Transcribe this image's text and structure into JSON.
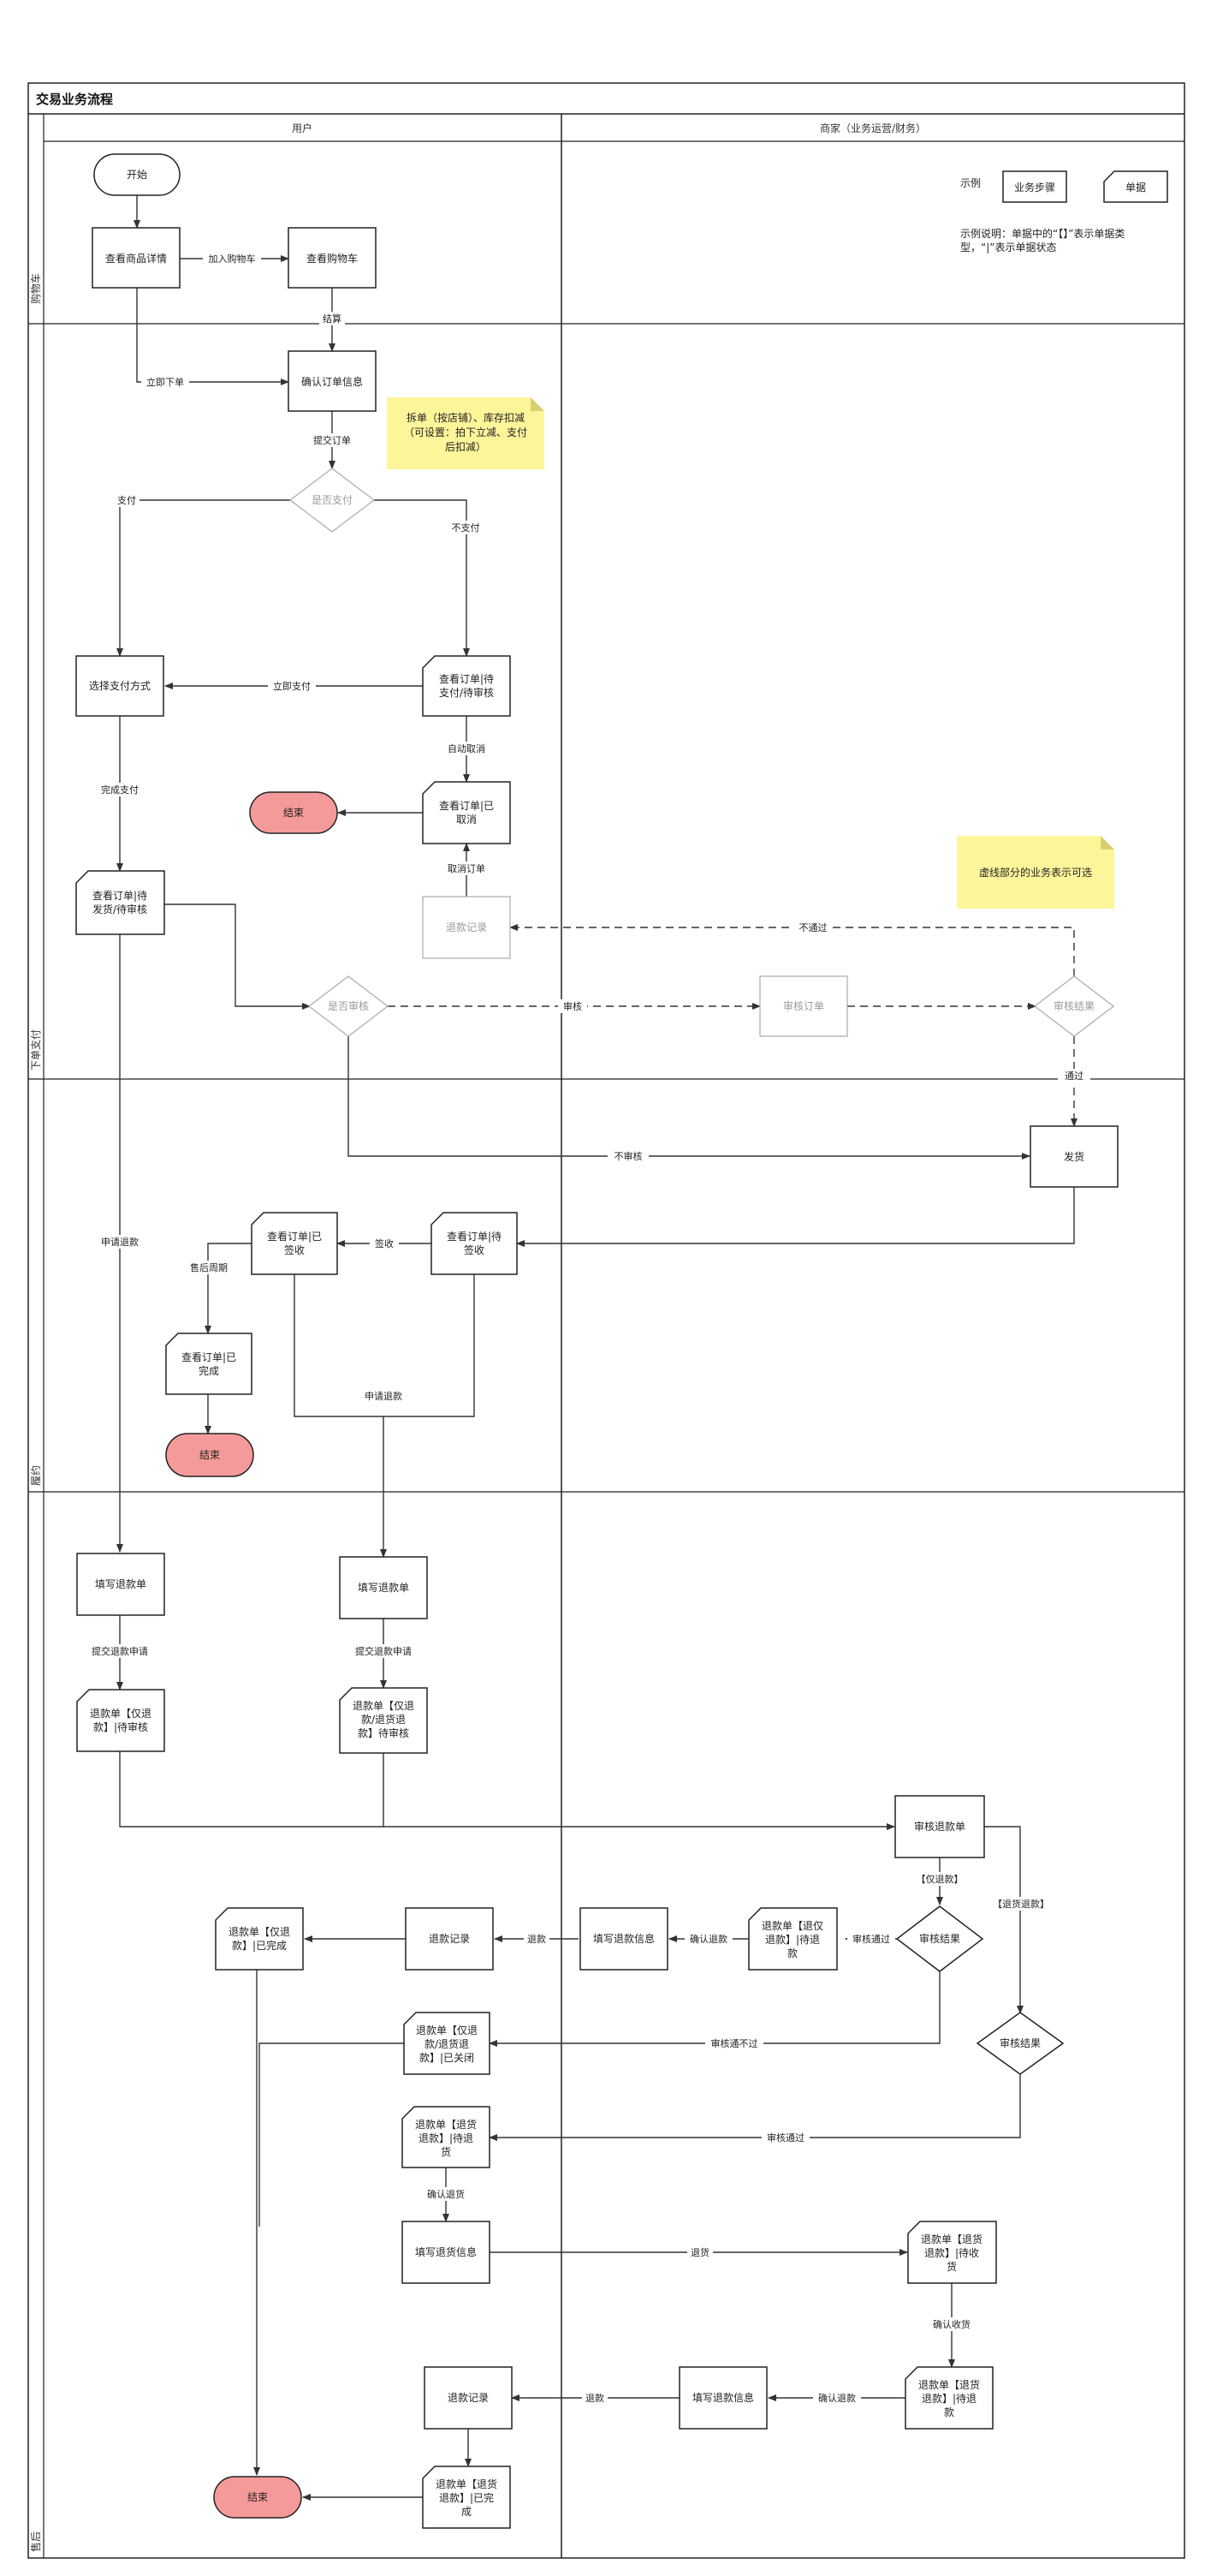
{
  "title": "交易业务流程",
  "columns": {
    "user": "用户",
    "merchant": "商家（业务运营/财务）"
  },
  "lanes": {
    "shopping": "购物车",
    "order_pay": "下单支付",
    "fulfill": "履约",
    "aftersale": "售后"
  },
  "legend": {
    "label": "示例",
    "step": "业务步骤",
    "doc": "单据",
    "desc_line1": "示例说明：单据中的“【】”表示单据类",
    "desc_line2": "型，“|”表示单据状态"
  },
  "notes": {
    "split_line1": "拆单（按店铺）、库存扣减",
    "split_line2": "（可设置：拍下立减、支付",
    "split_line3": "后扣减）",
    "dashed": "虚线部分的业务表示可选"
  },
  "nodes": {
    "start": "开始",
    "view_goods": "查看商品详情",
    "view_cart": "查看购物车",
    "confirm_order": "确认订单信息",
    "is_pay": "是否支付",
    "select_pay_l1": "选择支付方式",
    "order_pending_pay_l1": "查看订单|待",
    "order_pending_pay_l2": "支付/待审核",
    "end_1": "结束",
    "order_cancel_l1": "查看订单|已",
    "order_cancel_l2": "取消",
    "refund_record_1": "退款记录",
    "order_wait_ship_l1": "查看订单|待",
    "order_wait_ship_l2": "发货/待审核",
    "is_review": "是否审核",
    "review_order": "审核订单",
    "review_result_1": "审核结果",
    "ship": "发货",
    "order_wait_sign_l1": "查看订单|待",
    "order_wait_sign_l2": "签收",
    "order_signed_l1": "查看订单|已",
    "order_signed_l2": "签收",
    "order_done_l1": "查看订单|已",
    "order_done_l2": "完成",
    "end_2": "结束",
    "fill_refund_1": "填写退款单",
    "fill_refund_2": "填写退款单",
    "refund_only_pending_l1": "退款单【仅退",
    "refund_only_pending_l2": "款】|待审核",
    "refund_mixed_pending_l1": "退款单【仅退",
    "refund_mixed_pending_l2": "款/退货退",
    "refund_mixed_pending_l3": "款】待审核",
    "review_refund": "审核退款单",
    "review_result_2": "审核结果",
    "review_result_3": "审核结果",
    "refund_only_wait_l1": "退款单【退仅",
    "refund_only_wait_l2": "退款】|待退",
    "refund_only_wait_l3": "款",
    "fill_refund_info_1": "填写退款信息",
    "refund_record_2": "退款记录",
    "refund_only_done_l1": "退款单【仅退",
    "refund_only_done_l2": "款】|已完成",
    "refund_closed_l1": "退款单【仅退",
    "refund_closed_l2": "款/退货退",
    "refund_closed_l3": "款】|已关闭",
    "return_wait_l1": "退款单【退货",
    "return_wait_l2": "退款】|待退",
    "return_wait_l3": "货",
    "fill_return_info": "填写退货信息",
    "return_wait_recv_l1": "退款单【退货",
    "return_wait_recv_l2": "退款】|待收",
    "return_wait_recv_l3": "货",
    "return_wait_refund_l1": "退款单【退货",
    "return_wait_refund_l2": "退款】|待退",
    "return_wait_refund_l3": "款",
    "fill_refund_info_2": "填写退款信息",
    "refund_record_3": "退款记录",
    "return_done_l1": "退款单【退货",
    "return_done_l2": "退款】|已完",
    "return_done_l3": "成",
    "end_3": "结束"
  },
  "edges": {
    "add_cart": "加入购物车",
    "checkout": "结算",
    "buy_now": "立即下单",
    "submit_order": "提交订单",
    "pay": "支付",
    "no_pay": "不支付",
    "pay_now": "立即支付",
    "auto_cancel": "自动取消",
    "finish_pay": "完成支付",
    "cancel_order": "取消订单",
    "not_pass_1": "不通过",
    "review": "审核",
    "pass_1": "通过",
    "no_review": "不审核",
    "apply_refund_1": "申请退款",
    "sign": "签收",
    "aftersale_period": "售后周期",
    "apply_refund_2": "申请退款",
    "submit_refund_1": "提交退款申请",
    "submit_refund_2": "提交退款申请",
    "refund_only": "【仅退款】",
    "return_refund": "【退货退款】",
    "review_pass": "审核通过",
    "confirm_refund_1": "确认退款",
    "refund_1": "退款",
    "review_fail": "审核通不过",
    "review_pass_2": "审核通过",
    "return_goods": "退货",
    "confirm_return": "确认退货",
    "confirm_recv": "确认收货",
    "confirm_refund_2": "确认退款",
    "refund_2": "退款"
  },
  "colors": {
    "end_fill": "#f59a9a",
    "note_fill": "#fdf59a",
    "gray": "#aaaaaa"
  }
}
